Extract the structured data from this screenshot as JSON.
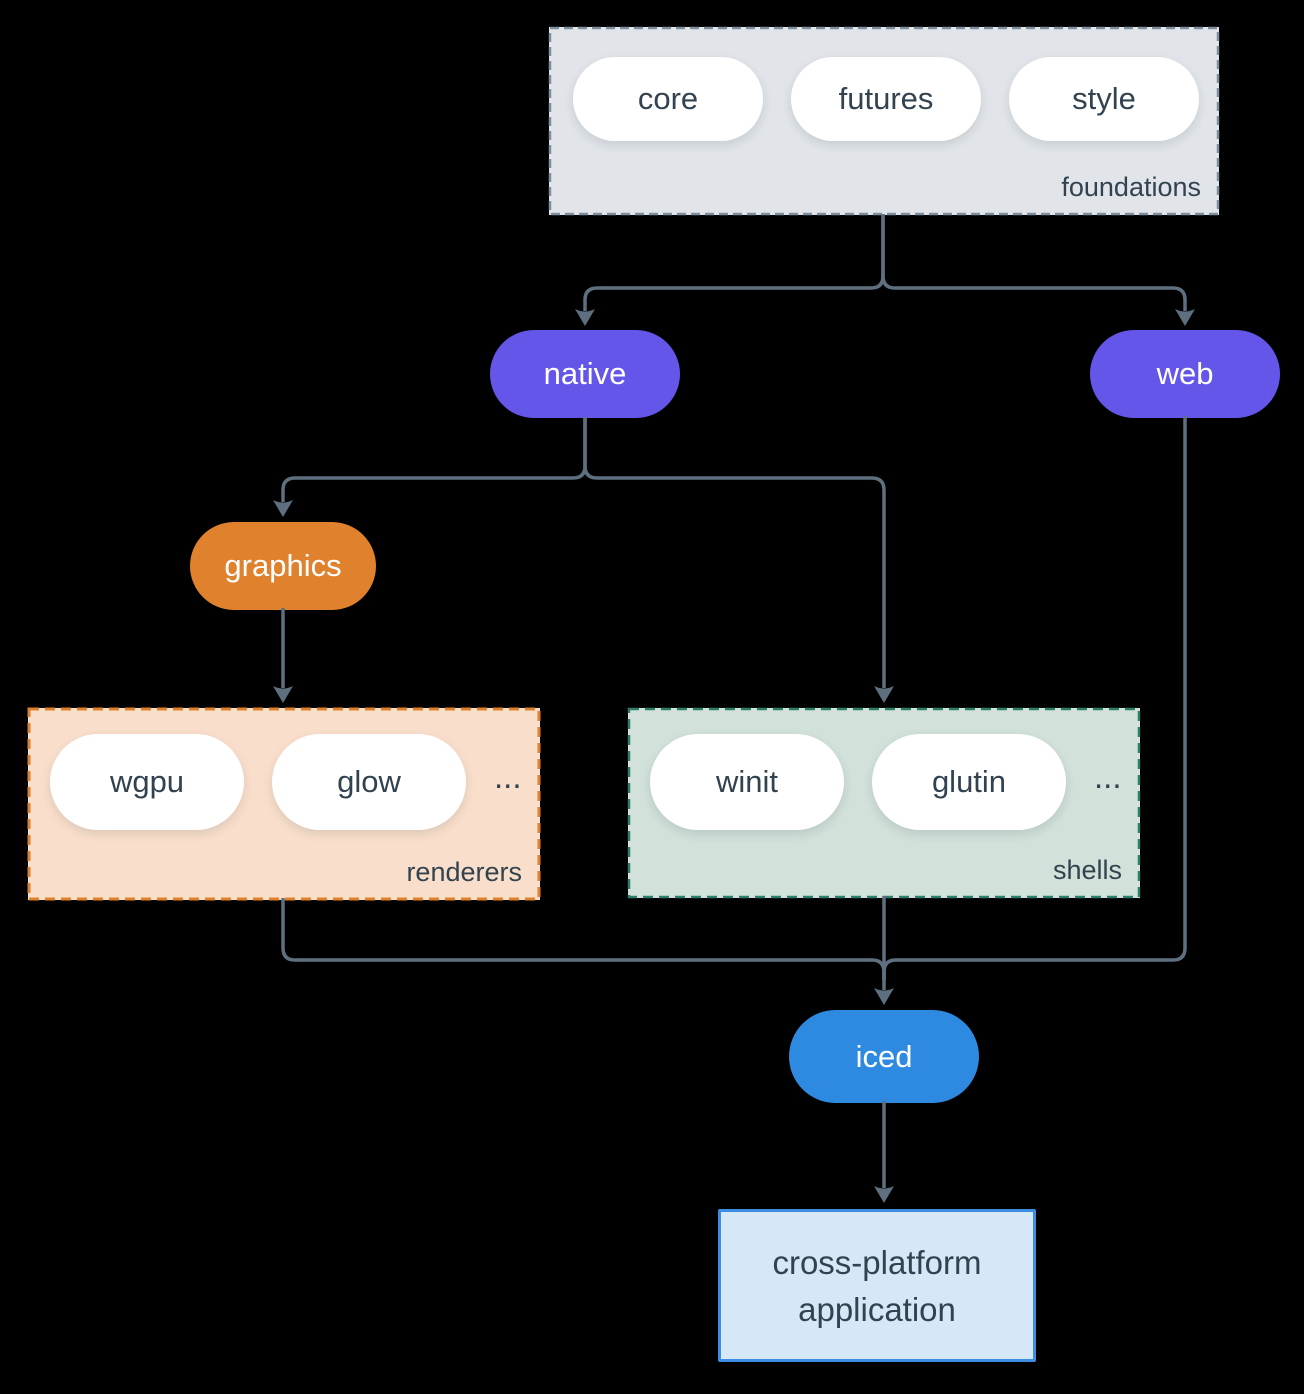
{
  "colors": {
    "bg": "#000000",
    "ink": "#33424f",
    "connector": "#5e7080",
    "white": "#ffffff",
    "purple": "#6456e9",
    "orange": "#e0812e",
    "orange-fill": "#f9dfcb",
    "teal": "#2e7d6d",
    "teal-fill": "#d2e1da",
    "blue": "#2e8ae1",
    "blue-fill": "#d6e8f7",
    "blue-border": "#3d8ee2",
    "gray-fill": "#e1e5e9",
    "gray-border": "#7e8fa0"
  },
  "groups": {
    "foundations": {
      "label": "foundations",
      "pills": [
        "core",
        "futures",
        "style"
      ]
    },
    "renderers": {
      "label": "renderers",
      "pills": [
        "wgpu",
        "glow"
      ],
      "more": "..."
    },
    "shells": {
      "label": "shells",
      "pills": [
        "winit",
        "glutin"
      ],
      "more": "..."
    }
  },
  "nodes": {
    "native": {
      "label": "native"
    },
    "web": {
      "label": "web"
    },
    "graphics": {
      "label": "graphics"
    },
    "iced": {
      "label": "iced"
    }
  },
  "app": {
    "line1": "cross-platform",
    "line2": "application"
  }
}
